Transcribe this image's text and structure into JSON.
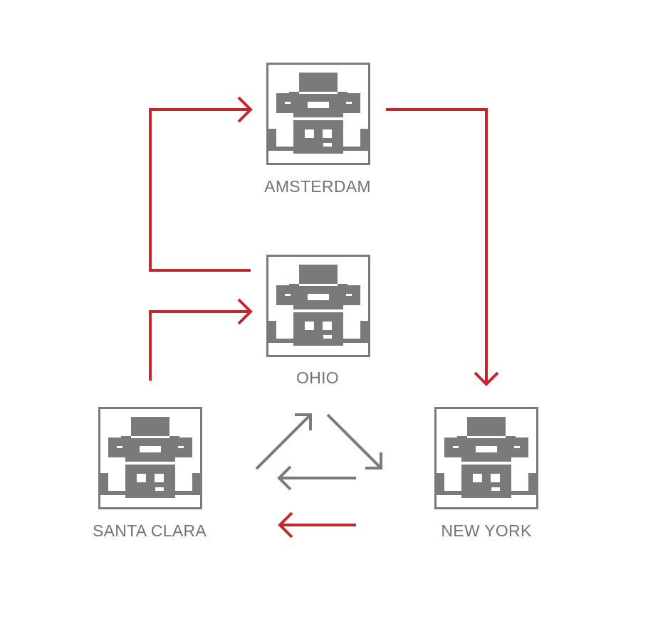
{
  "colors": {
    "building": "#7a7a7a",
    "label": "#737373",
    "replication_arrow": "#c1272d",
    "sync_arrow": "#7a7a7a",
    "background": "#ffffff"
  },
  "nodes": [
    {
      "id": "amsterdam",
      "label": "AMSTERDAM",
      "icon": "datacenter-building-icon"
    },
    {
      "id": "ohio",
      "label": "OHIO",
      "icon": "datacenter-building-icon"
    },
    {
      "id": "santa-clara",
      "label": "SANTA CLARA",
      "icon": "datacenter-building-icon"
    },
    {
      "id": "new-york",
      "label": "NEW YORK",
      "icon": "datacenter-building-icon"
    }
  ],
  "edges": [
    {
      "from": "ohio",
      "to": "amsterdam",
      "color": "replication_arrow"
    },
    {
      "from": "amsterdam",
      "to": "new-york",
      "color": "replication_arrow"
    },
    {
      "from": "santa-clara",
      "to": "ohio",
      "color": "replication_arrow"
    },
    {
      "from": "new-york",
      "to": "santa-clara",
      "color": "replication_arrow"
    }
  ],
  "cycle_symbol": {
    "color": "sync_arrow",
    "icon": "triangular-cycle-arrows-icon"
  }
}
